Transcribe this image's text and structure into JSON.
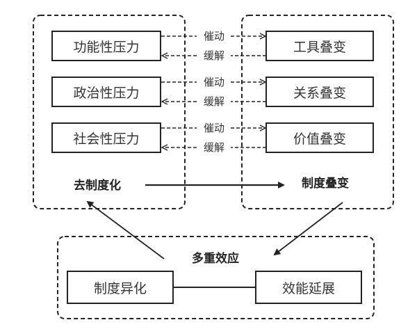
{
  "left_group": {
    "pressures": [
      "功能性压力",
      "政治性压力",
      "社会性压力"
    ],
    "label": "去制度化"
  },
  "right_group": {
    "changes": [
      "工具叠变",
      "关系叠变",
      "价值叠变"
    ],
    "label": "制度叠变"
  },
  "link_labels": {
    "forward": "催动",
    "backward": "缓解"
  },
  "bottom_group": {
    "label": "多重效应",
    "left_box": "制度异化",
    "right_box": "效能延展"
  }
}
